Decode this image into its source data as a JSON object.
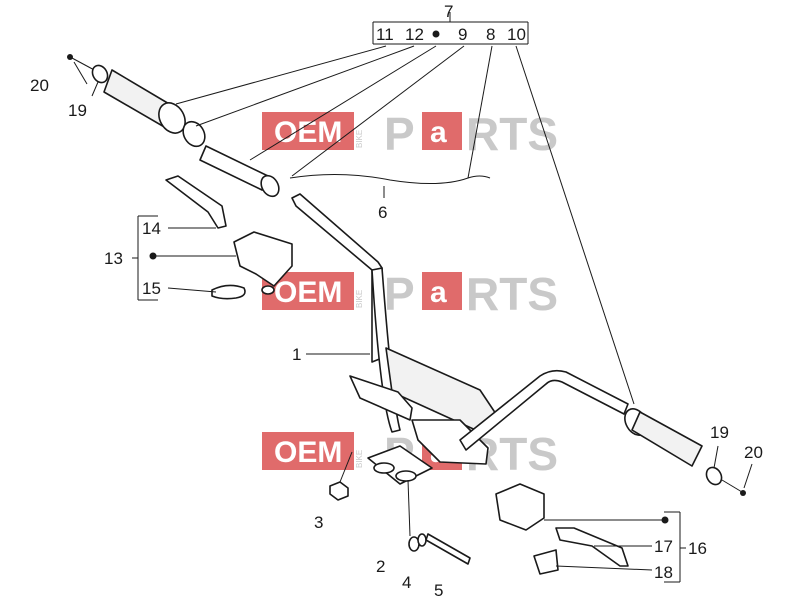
{
  "watermark": {
    "oem": "OEM",
    "bike": "BIKE",
    "p": "P",
    "a": "a",
    "rts": "RTS",
    "colors": {
      "red": "#e06b6b",
      "grey": "#c9c9c9"
    }
  },
  "callouts": {
    "c1": "1",
    "c2": "2",
    "c3": "3",
    "c4": "4",
    "c5": "5",
    "c6": "6",
    "c7": "7",
    "c8": "8",
    "c9": "9",
    "c10": "10",
    "c11": "11",
    "c12": "12",
    "c13": "13",
    "c14": "14",
    "c15": "15",
    "c16": "16",
    "c17": "17",
    "c18": "18",
    "c19_left": "19",
    "c20_left": "20",
    "c19_right": "19",
    "c20_right": "20"
  },
  "symbols": {
    "set_marker": "filled-dot"
  }
}
